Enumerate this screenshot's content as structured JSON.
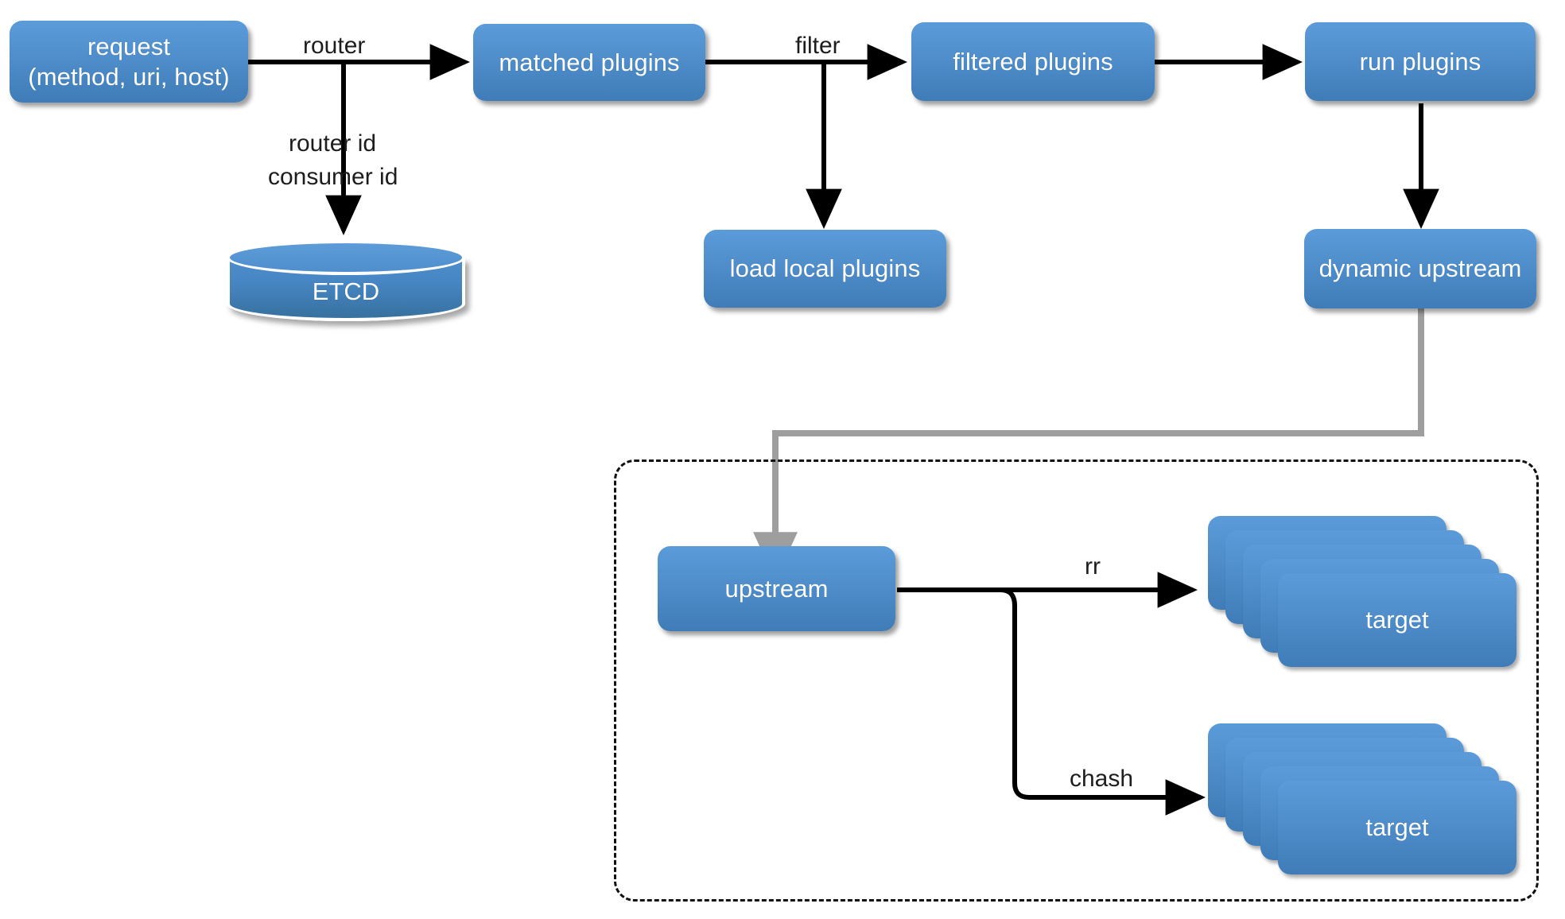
{
  "diagram": {
    "title": "Apache APISIX request handling flow",
    "background": "#ffffff",
    "node_fill_top": "#5b9bd9",
    "node_fill_bottom": "#3f7cb8",
    "node_text_color": "#ffffff",
    "edge_color": "#000000",
    "soft_edge_color": "#9e9e9e",
    "dashed_border_color": "#111111"
  },
  "nodes": {
    "request": {
      "line1": "request",
      "line2": "(method, uri, host)"
    },
    "etcd": {
      "label": "ETCD"
    },
    "matched_plugins": {
      "label": "matched plugins"
    },
    "load_local_plugins": {
      "label": "load local plugins"
    },
    "filtered_plugins": {
      "label": "filtered plugins"
    },
    "run_plugins": {
      "label": "run plugins"
    },
    "dynamic_upstream": {
      "label": "dynamic upstream"
    },
    "upstream": {
      "label": "upstream"
    },
    "target_rr": {
      "label": "target"
    },
    "target_chash": {
      "label": "target"
    }
  },
  "edge_labels": {
    "router": "router",
    "router_consumer_id": "router id\nconsumer id",
    "router_id": "router id",
    "consumer_id": "consumer id",
    "filter": "filter",
    "rr": "rr",
    "chash": "chash"
  },
  "groups": {
    "upstream_group": {
      "label": ""
    }
  }
}
